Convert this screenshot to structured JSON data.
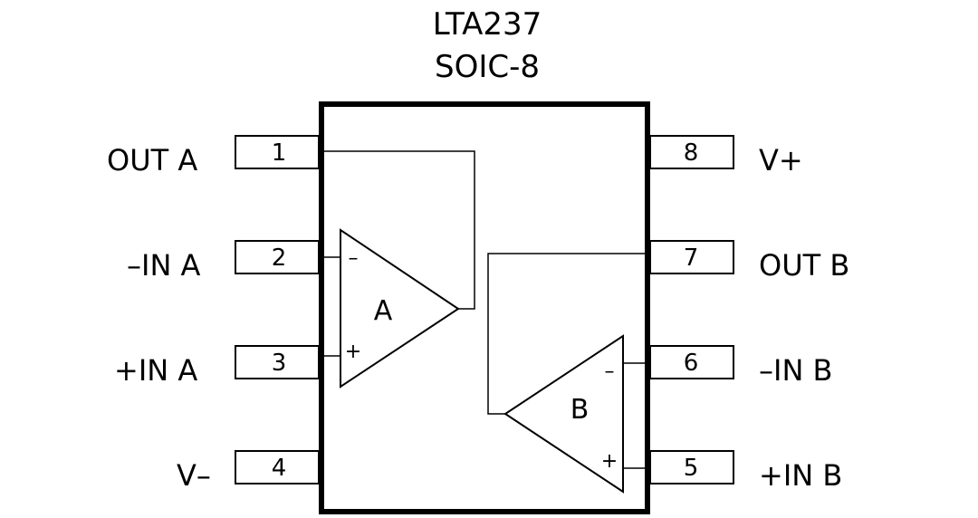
{
  "title": {
    "part": "LTA237",
    "package": "SOIC-8"
  },
  "pins": [
    {
      "number": "1",
      "name": "OUT A"
    },
    {
      "number": "2",
      "name": "–IN A"
    },
    {
      "number": "3",
      "name": "+IN A"
    },
    {
      "number": "4",
      "name": "V–"
    },
    {
      "number": "5",
      "name": "+IN B"
    },
    {
      "number": "6",
      "name": "–IN B"
    },
    {
      "number": "7",
      "name": "OUT B"
    },
    {
      "number": "8",
      "name": "V+"
    }
  ],
  "amplifiers": {
    "a": {
      "name": "A",
      "minus": "–",
      "plus": "+"
    },
    "b": {
      "name": "B",
      "minus": "–",
      "plus": "+"
    }
  }
}
